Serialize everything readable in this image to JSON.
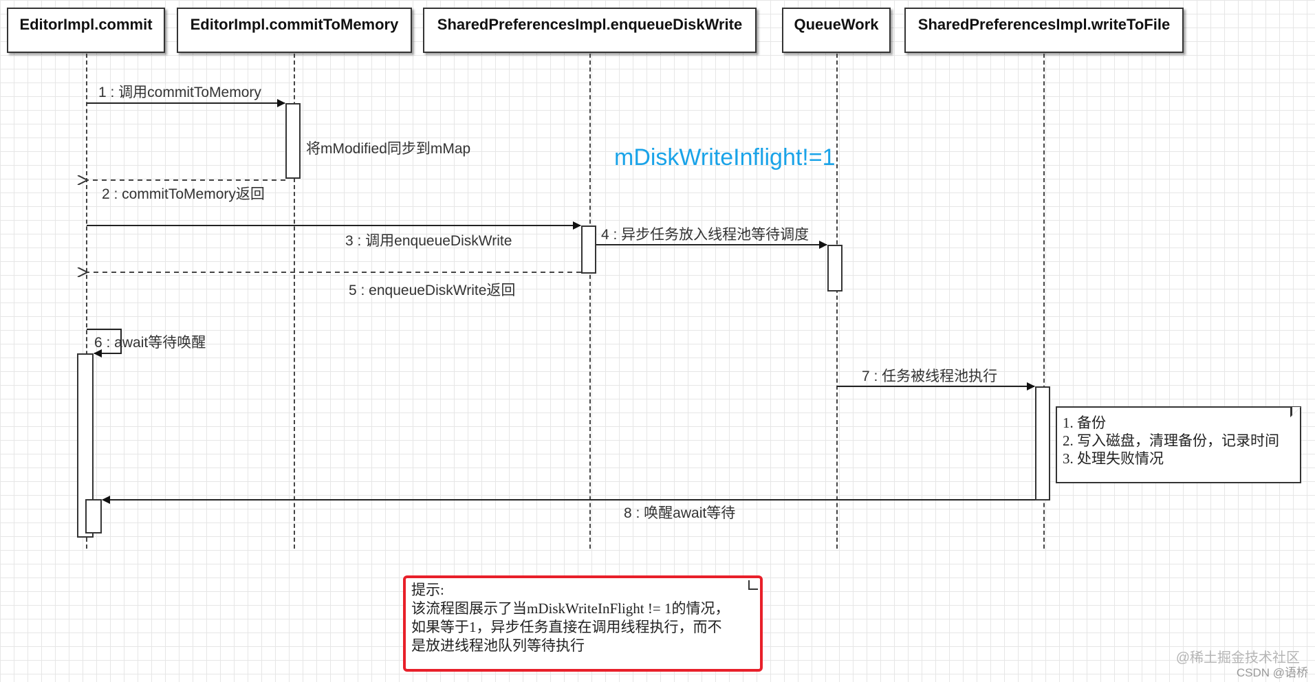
{
  "lifelines": [
    {
      "id": "commit",
      "label": "EditorImpl.commit"
    },
    {
      "id": "commitToMemory",
      "label": "EditorImpl.commitToMemory"
    },
    {
      "id": "enqueueDiskWrite",
      "label": "SharedPreferencesImpl.enqueueDiskWrite"
    },
    {
      "id": "queueWork",
      "label": "QueueWork"
    },
    {
      "id": "writeToFile",
      "label": "SharedPreferencesImpl.writeToFile"
    }
  ],
  "messages": {
    "m1": "1 : 调用commitToMemory",
    "m2": "2 : commitToMemory返回",
    "m3": "3 : 调用enqueueDiskWrite",
    "m4": "4 : 异步任务放入线程池等待调度",
    "m5": "5 : enqueueDiskWrite返回",
    "m6": "6 : await等待唤醒",
    "m7": "7 : 任务被线程池执行",
    "m8": "8 : 唤醒await等待"
  },
  "annotations": {
    "sync_note": "将mModified同步到mMap",
    "state_label": "mDiskWriteInflight!=1",
    "state_color": "#1aa3e8"
  },
  "write_note": {
    "lines": [
      "1. 备份",
      "2. 写入磁盘，清理备份，记录时间",
      "3. 处理失败情况"
    ]
  },
  "hint": {
    "title": "提示:",
    "lines": [
      "该流程图展示了当mDiskWriteInFlight != 1的情况，",
      "如果等于1，异步任务直接在调用线程执行，而不",
      "是放进线程池队列等待执行"
    ],
    "border_color": "#e8202a"
  },
  "watermark": {
    "line1": "@稀土掘金技术社区",
    "line2": "CSDN @语桥"
  }
}
